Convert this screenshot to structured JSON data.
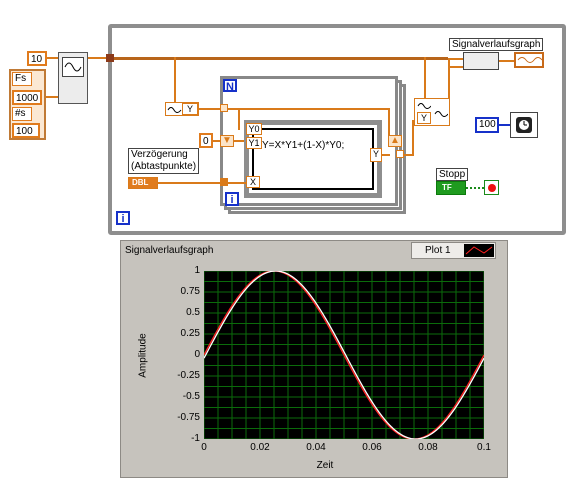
{
  "diagram": {
    "const_10": "10",
    "cluster_fs": "Fs",
    "cluster_fs_value": "1000",
    "cluster_ns": "#s",
    "cluster_ns_value": "100",
    "for_loop_n": "N",
    "for_loop_i": "i",
    "while_loop_i": "i",
    "const_0": "0",
    "formula_in_y0": "Y0",
    "formula_in_y1": "Y1",
    "formula_in_x": "X",
    "formula_text": "Y=X*Y1+(1-X)*Y0;",
    "formula_out_y": "Y",
    "wave_y_label": "Y",
    "wave_y_label_2": "Y",
    "delay_label": "Verzögerung\n(Abtastpunkte)",
    "delay_type": "DBL",
    "graph_terminal_label": "Signalverlaufsgraph",
    "wait_const": "100",
    "stop_label": "Stopp",
    "stop_type": "TF"
  },
  "graph_panel": {
    "title": "Signalverlaufsgraph",
    "legend_label": "Plot 1",
    "colors": {
      "panel": "#c6c3bd",
      "plot_bg": "#000000",
      "grid": "#0b6b0b",
      "line_red": "#ff2020",
      "line_white": "#ffffff"
    }
  },
  "chart_data": {
    "type": "line",
    "title": "Signalverlaufsgraph",
    "xlabel": "Zeit",
    "ylabel": "Amplitude",
    "xlim": [
      0,
      0.1
    ],
    "ylim": [
      -1,
      1
    ],
    "x_ticks": [
      "0",
      "0.02",
      "0.04",
      "0.06",
      "0.08",
      "0.1"
    ],
    "y_ticks": [
      "1",
      "0.75",
      "0.5",
      "0.25",
      "0",
      "-0.25",
      "-0.5",
      "-0.75",
      "-1"
    ],
    "grid": true,
    "series": [
      {
        "name": "Plot 1",
        "function": "sine",
        "frequency_hz": 10,
        "amplitude": 1,
        "color": "#ff2020"
      },
      {
        "function": "sine (delayed)",
        "frequency_hz": 10,
        "amplitude": 1,
        "color": "#ffffff"
      }
    ]
  }
}
